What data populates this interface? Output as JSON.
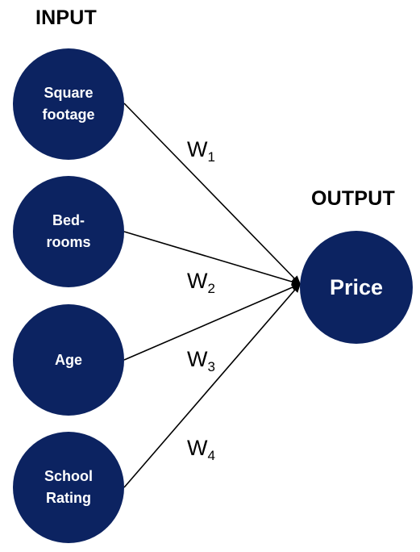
{
  "diagram": {
    "input_heading": "INPUT",
    "output_heading": "OUTPUT",
    "inputs": [
      {
        "id": "square-footage",
        "label": "Square\nfootage"
      },
      {
        "id": "bedrooms",
        "label": "Bed-\nrooms"
      },
      {
        "id": "age",
        "label": "Age"
      },
      {
        "id": "school-rating",
        "label": "School\nRating"
      }
    ],
    "output": {
      "label": "Price"
    },
    "weights": [
      {
        "symbol": "W",
        "index": "1"
      },
      {
        "symbol": "W",
        "index": "2"
      },
      {
        "symbol": "W",
        "index": "3"
      },
      {
        "symbol": "W",
        "index": "4"
      }
    ],
    "node_color": "#0c2361",
    "text_color": "#ffffff",
    "edge_color": "#000000"
  }
}
